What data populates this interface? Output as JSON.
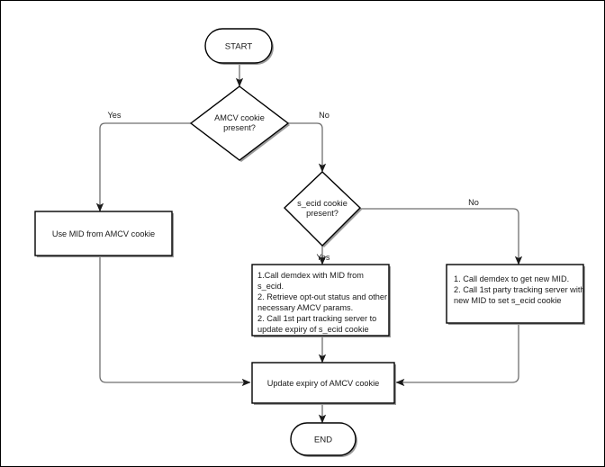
{
  "diagram": {
    "type": "flowchart",
    "title_text_present": false,
    "colors": {
      "node_fill": "#ffffff",
      "node_stroke": "#000000",
      "connector_stroke": "#6f6f6f",
      "shadow": "#9a9a9a",
      "text": "#1a1a1a",
      "frame_border": "#000000",
      "background": "#ffffff"
    },
    "nodes": {
      "start": {
        "id": "start",
        "shape": "terminator",
        "label": "START"
      },
      "decision_amcv": {
        "id": "decision_amcv",
        "shape": "diamond",
        "label_line_1": "AMCV cookie",
        "label_line_2": "present?"
      },
      "use_mid": {
        "id": "use_mid",
        "shape": "rectangle",
        "label": "Use MID from AMCV cookie"
      },
      "decision_secid": {
        "id": "decision_secid",
        "shape": "diamond",
        "label_line_1": "s_ecid cookie",
        "label_line_2": "present?"
      },
      "process_secid_yes": {
        "id": "process_secid_yes",
        "shape": "rectangle",
        "lines": [
          "1.Call demdex with MID from",
          "s_ecid.",
          "2. Retrieve opt-out status and other",
          "necessary AMCV params.",
          "2. Call 1st part tracking server to",
          "update expiry of s_ecid cookie"
        ]
      },
      "process_secid_no": {
        "id": "process_secid_no",
        "shape": "rectangle",
        "lines": [
          "1. Call demdex to get new MID.",
          "2. Call 1st party tracking server with",
          "new MID to set s_ecid cookie"
        ]
      },
      "update_amcv": {
        "id": "update_amcv",
        "shape": "rectangle",
        "label": "Update expiry of AMCV cookie"
      },
      "end": {
        "id": "end",
        "shape": "terminator",
        "label": "END"
      }
    },
    "edges": [
      {
        "id": "e1",
        "from": "start",
        "to": "decision_amcv",
        "label": ""
      },
      {
        "id": "e2",
        "from": "decision_amcv",
        "to": "use_mid",
        "label": "Yes"
      },
      {
        "id": "e3",
        "from": "decision_amcv",
        "to": "decision_secid",
        "label": "No"
      },
      {
        "id": "e4",
        "from": "decision_secid",
        "to": "process_secid_yes",
        "label": "Yes"
      },
      {
        "id": "e5",
        "from": "decision_secid",
        "to": "process_secid_no",
        "label": "No"
      },
      {
        "id": "e6",
        "from": "use_mid",
        "to": "update_amcv",
        "label": ""
      },
      {
        "id": "e7",
        "from": "process_secid_yes",
        "to": "update_amcv",
        "label": ""
      },
      {
        "id": "e8",
        "from": "process_secid_no",
        "to": "update_amcv",
        "label": ""
      },
      {
        "id": "e9",
        "from": "update_amcv",
        "to": "end",
        "label": ""
      }
    ],
    "edge_labels": {
      "amcv_yes": "Yes",
      "amcv_no": "No",
      "secid_yes": "Yes",
      "secid_no": "No"
    }
  }
}
